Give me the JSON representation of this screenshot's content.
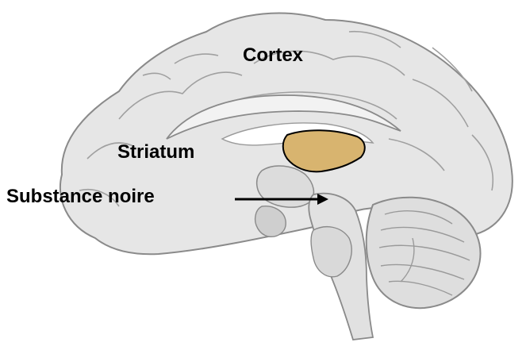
{
  "labels": {
    "cortex": "Cortex",
    "striatum": "Striatum",
    "substantia_nigra": "Substance noire"
  },
  "colors": {
    "striatum_fill": "#d8b46f",
    "outline": "#8a8a8a",
    "brain_fill": "#e9e9e9",
    "arrow": "#000000"
  }
}
